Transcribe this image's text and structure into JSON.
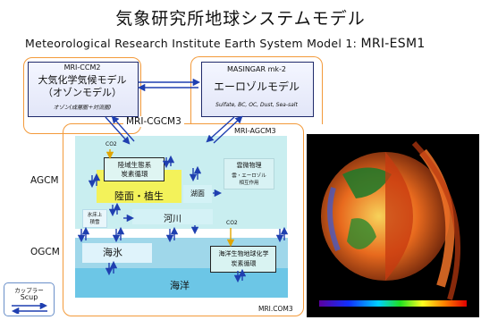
{
  "title_jp": "気象研究所地球システムモデル",
  "title_en_prefix": "Meteorological Research Institute Earth System Model 1: ",
  "title_en_model": "MRI-ESM1",
  "ccm": {
    "name": "MRI-CCM2",
    "line1": "大気化学気候モデル",
    "line2": "（オゾンモデル）",
    "sub": "オゾン(成層圏＋対流圏)"
  },
  "masingar": {
    "name": "MASINGAR mk-2",
    "line1": "エーロゾルモデル",
    "sub": "Sulfate, BC, OC, Dust, Sea-salt"
  },
  "cgcm_label": "MRI-CGCM3",
  "agcm_model_label": "MRI-AGCM3",
  "com_label": "MRI.COM3",
  "side_agcm": "AGCM",
  "side_ogcm": "OGCM",
  "co2_top": "CO2",
  "co2_mid": "CO2",
  "eco_land": {
    "line1": "陸域生態系",
    "line2": "炭素循環"
  },
  "land_plants": "陸面・植生",
  "lake": "湖面",
  "snow": {
    "line1": "氷床上",
    "line2": "積雪"
  },
  "river": "河川",
  "cloud": {
    "line1": "雲微物理",
    "line2": "雲・エーロゾル",
    "line3": "相互作用"
  },
  "sea_ice": "海氷",
  "ocean": "海洋",
  "eco_ocean": {
    "line1": "海洋生物地球化学",
    "line2": "炭素循環"
  },
  "legend": {
    "line1": "カップラー",
    "line2": "Scup"
  }
}
